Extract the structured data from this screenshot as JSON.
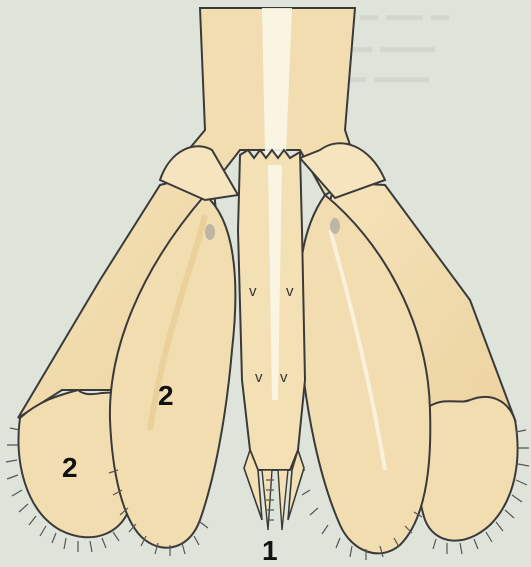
{
  "figure": {
    "labels": {
      "telson": "1",
      "uropod_inner": "2",
      "uropod_outer": "2"
    },
    "spine_marks": [
      "v",
      "v",
      "v",
      "v"
    ],
    "colors": {
      "background": "#dfe4db",
      "appendage_fill": "#f2ddb0",
      "appendage_shade": "#e9cf98",
      "outline": "#3a3a3a",
      "highlight": "#fbf6e8",
      "setae": "#555555"
    }
  }
}
